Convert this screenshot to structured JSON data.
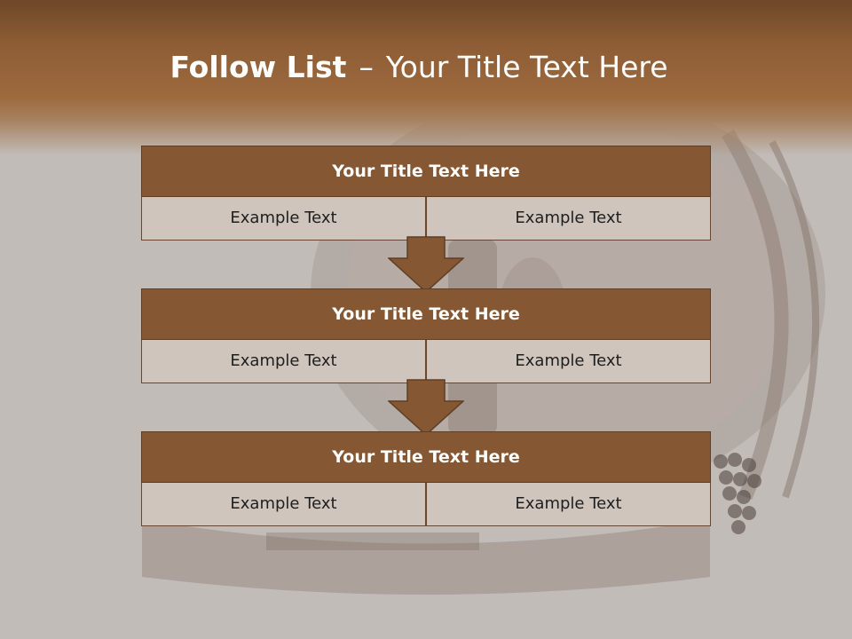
{
  "title": {
    "strong": "Follow List",
    "separator": "–",
    "rest": "Your Title Text Here"
  },
  "blocks": [
    {
      "title": "Your Title Text Here",
      "cells": [
        "Example Text",
        "Example Text"
      ]
    },
    {
      "title": "Your Title Text Here",
      "cells": [
        "Example Text",
        "Example Text"
      ]
    },
    {
      "title": "Your Title Text Here",
      "cells": [
        "Example Text",
        "Example Text"
      ]
    }
  ],
  "colors": {
    "header_brown": "#8e5d35",
    "block_head": "#855733",
    "cell_fill": "#cfc5bd",
    "background": "#c2bcb8"
  },
  "icons": [
    "down-arrow-icon",
    "down-arrow-icon"
  ]
}
